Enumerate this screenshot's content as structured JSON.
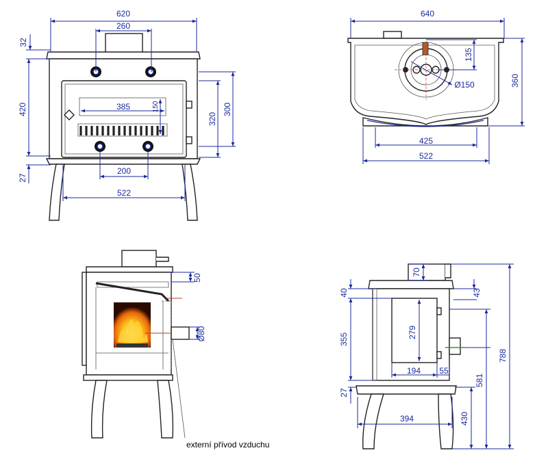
{
  "views": {
    "front": {
      "dims": {
        "width_total": "620",
        "top_spacing": "260",
        "top_height": "32",
        "body_height": "420",
        "window_width": "385",
        "window_height": "150",
        "inner_height_a": "320",
        "inner_height_b": "300",
        "bottom_spacing": "200",
        "leg_spacing": "522",
        "leg_gap": "27"
      }
    },
    "top": {
      "dims": {
        "width": "640",
        "flue_offset": "135",
        "flue_diameter": "Ø150",
        "depth": "360",
        "foot_width_a": "425",
        "foot_width_b": "522"
      }
    },
    "section": {
      "dims": {
        "top_gap": "50",
        "air_diameter": "Ø80"
      },
      "note": "externí přívod vzduchu"
    },
    "side": {
      "dims": {
        "flue_height": "70",
        "top_thickness": "40",
        "top_right": "43",
        "body_height": "355",
        "window_height": "279",
        "window_width": "194",
        "offset": "55",
        "leg_gap": "27",
        "leg_width": "394",
        "h430": "430",
        "h581": "581",
        "h788": "788"
      }
    }
  }
}
